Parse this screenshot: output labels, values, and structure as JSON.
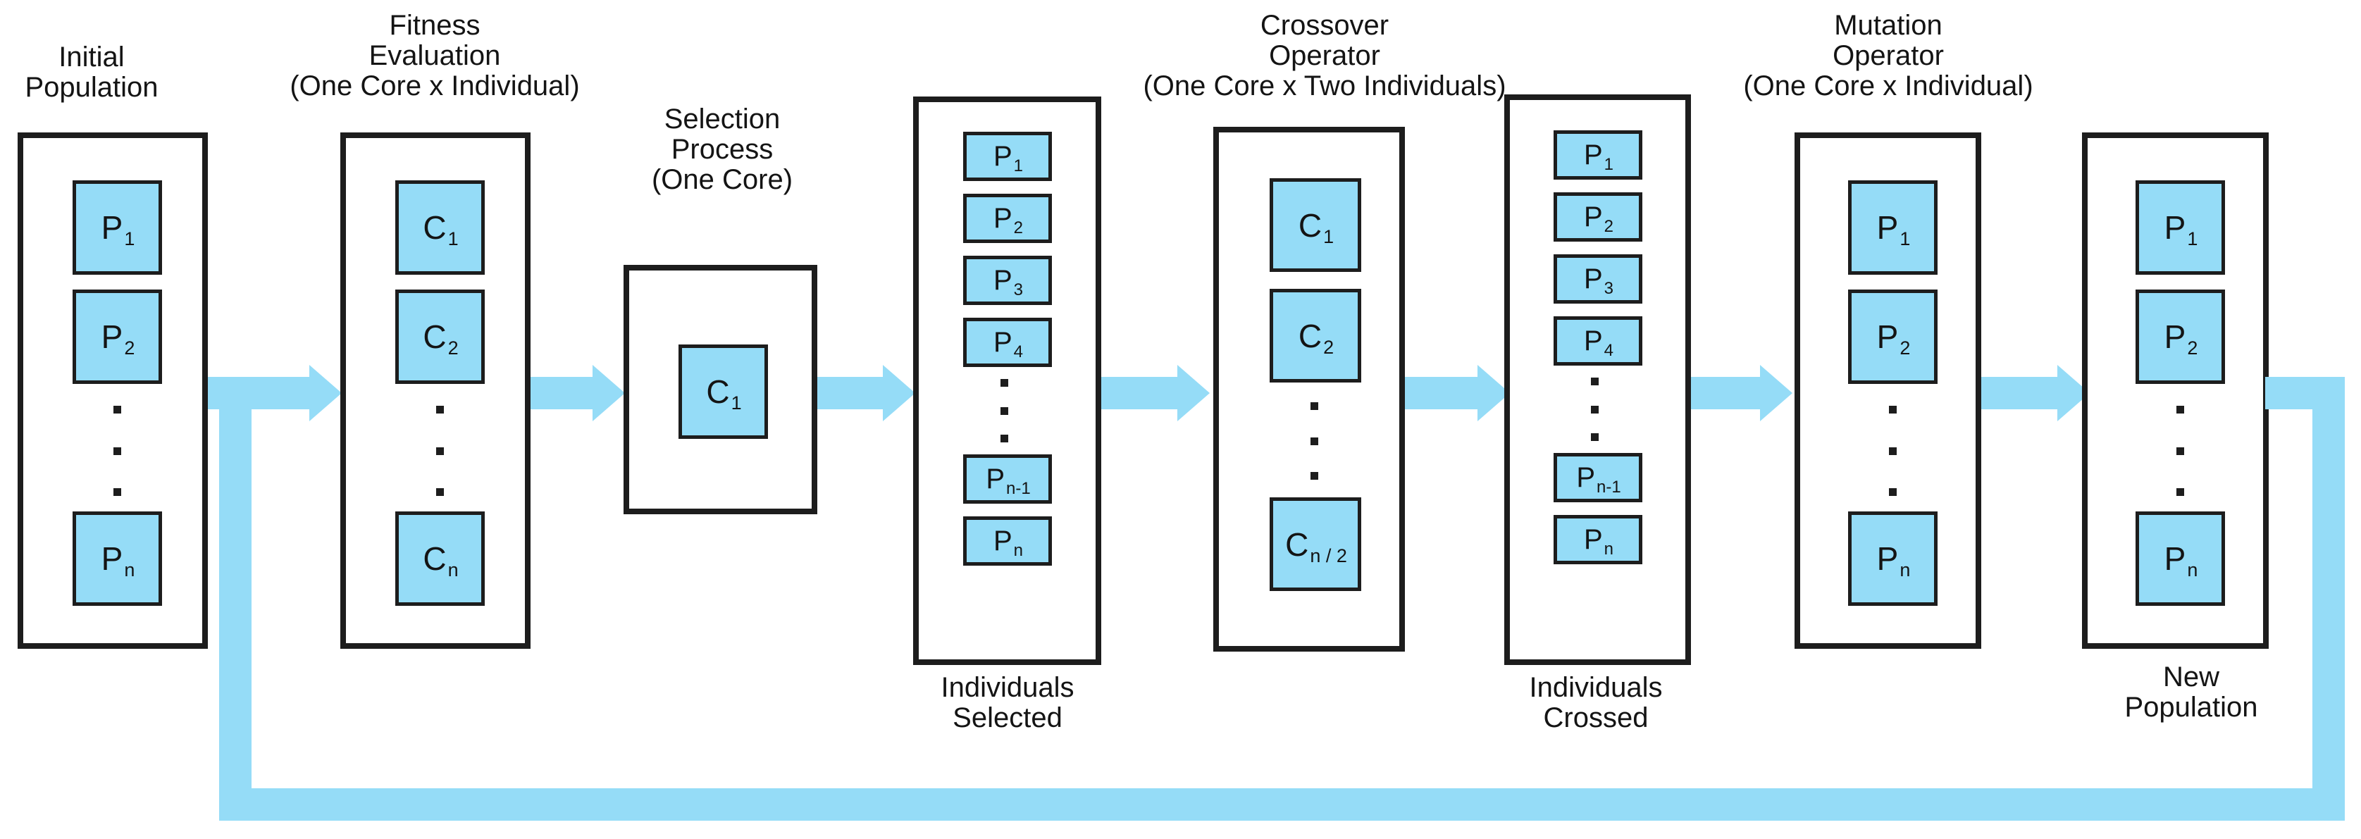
{
  "diagram": {
    "title_stages": {
      "initial_population": "Initial\nPopulation",
      "fitness_evaluation": "Fitness\nEvaluation\n(One Core x Individual)",
      "selection_process": "Selection\nProcess\n(One Core)",
      "crossover_operator": "Crossover\nOperator\n(One Core x Two Individuals)",
      "mutation_operator": "Mutation\nOperator\n(One Core x Individual)"
    },
    "bottom_labels": {
      "individuals_selected": "Individuals\nSelected",
      "individuals_crossed": "Individuals\nCrossed",
      "new_population": "New\nPopulation"
    },
    "colors": {
      "cell_fill": "#95dcf7",
      "arrow_fill": "#95dcf7",
      "stroke": "#1d1d1d",
      "background": "#ffffff"
    },
    "columns": [
      {
        "id": "initial-population",
        "cells": [
          {
            "base": "P",
            "sub": "1"
          },
          {
            "base": "P",
            "sub": "2"
          },
          {
            "base": "P",
            "sub": "n"
          }
        ],
        "ellipsis": true
      },
      {
        "id": "fitness-evaluation",
        "cells": [
          {
            "base": "C",
            "sub": "1"
          },
          {
            "base": "C",
            "sub": "2"
          },
          {
            "base": "C",
            "sub": "n"
          }
        ],
        "ellipsis": true
      },
      {
        "id": "selection-process",
        "cells": [
          {
            "base": "C",
            "sub": "1"
          }
        ],
        "ellipsis": false
      },
      {
        "id": "individuals-selected",
        "cells": [
          {
            "base": "P",
            "sub": "1"
          },
          {
            "base": "P",
            "sub": "2"
          },
          {
            "base": "P",
            "sub": "3"
          },
          {
            "base": "P",
            "sub": "4"
          },
          {
            "base": "P",
            "sub": "n-1"
          },
          {
            "base": "P",
            "sub": "n"
          }
        ],
        "ellipsis": true
      },
      {
        "id": "crossover-operator",
        "cells": [
          {
            "base": "C",
            "sub": "1"
          },
          {
            "base": "C",
            "sub": "2"
          },
          {
            "base": "C",
            "sub": "n / 2"
          }
        ],
        "ellipsis": true
      },
      {
        "id": "individuals-crossed",
        "cells": [
          {
            "base": "P",
            "sub": "1"
          },
          {
            "base": "P",
            "sub": "2"
          },
          {
            "base": "P",
            "sub": "3"
          },
          {
            "base": "P",
            "sub": "4"
          },
          {
            "base": "P",
            "sub": "n-1"
          },
          {
            "base": "P",
            "sub": "n"
          }
        ],
        "ellipsis": true
      },
      {
        "id": "mutation-operator",
        "cells": [
          {
            "base": "P",
            "sub": "1"
          },
          {
            "base": "P",
            "sub": "2"
          },
          {
            "base": "P",
            "sub": "n"
          }
        ],
        "ellipsis": true
      },
      {
        "id": "new-population",
        "cells": [
          {
            "base": "P",
            "sub": "1"
          },
          {
            "base": "P",
            "sub": "2"
          },
          {
            "base": "P",
            "sub": "n"
          }
        ],
        "ellipsis": true
      }
    ],
    "flow_arrows": [
      {
        "from": "initial-population",
        "to": "fitness-evaluation"
      },
      {
        "from": "fitness-evaluation",
        "to": "selection-process"
      },
      {
        "from": "selection-process",
        "to": "individuals-selected"
      },
      {
        "from": "individuals-selected",
        "to": "crossover-operator"
      },
      {
        "from": "crossover-operator",
        "to": "individuals-crossed"
      },
      {
        "from": "individuals-crossed",
        "to": "mutation-operator"
      },
      {
        "from": "mutation-operator",
        "to": "new-population"
      }
    ],
    "feedback_loop": {
      "from": "new-population",
      "to": "fitness-evaluation"
    }
  }
}
